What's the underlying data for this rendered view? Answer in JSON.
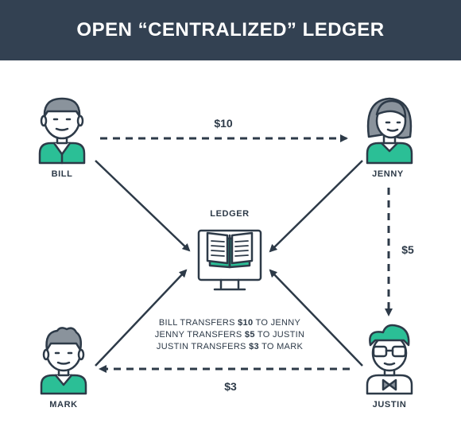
{
  "header": {
    "title": "OPEN “CENTRALIZED” LEDGER"
  },
  "people": {
    "bill": "BILL",
    "jenny": "JENNY",
    "mark": "MARK",
    "justin": "JUSTIN"
  },
  "ledger": {
    "title": "LEDGER",
    "transactions": [
      {
        "pre": "BILL TRANSFERS ",
        "amount": "$10",
        "post": " TO JENNY"
      },
      {
        "pre": "JENNY TRANSFERS ",
        "amount": "$5",
        "post": " TO JUSTIN"
      },
      {
        "pre": "JUSTIN TRANSFERS ",
        "amount": "$3",
        "post": " TO MARK"
      }
    ]
  },
  "transfers": {
    "bill_to_jenny": "$10",
    "jenny_to_justin": "$5",
    "justin_to_mark": "$3"
  },
  "colors": {
    "header_bg": "#334152",
    "ink": "#2d3a48",
    "accent": "#2bbf96",
    "skin": "#ffffff",
    "hair": "#8a939c"
  }
}
